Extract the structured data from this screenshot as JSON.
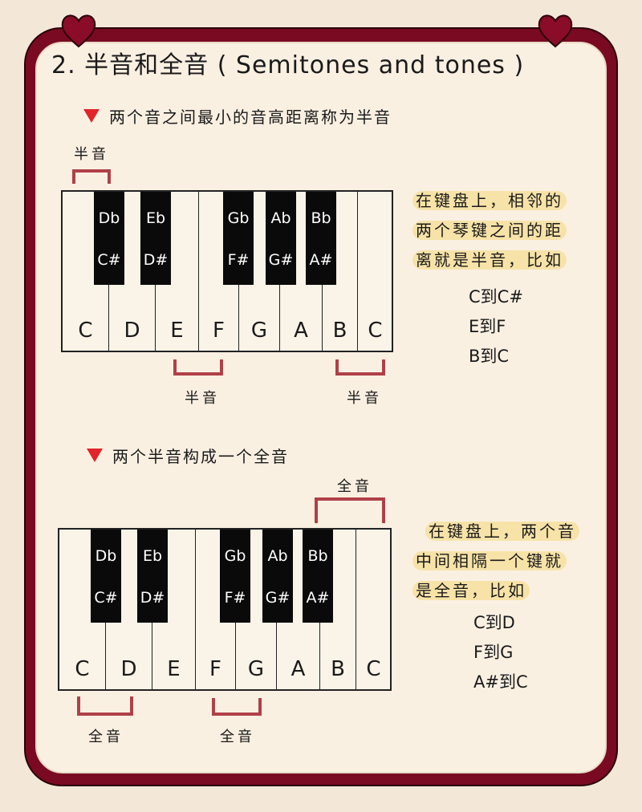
{
  "title": "2. 半音和全音 ( Semitones and tones )",
  "colors": {
    "frame": "#7a0a22",
    "card": "#faf0e2",
    "bracket": "#b04048",
    "highlight": "#f7e3a8",
    "triangle": "#e0242a"
  },
  "section1": {
    "heading": "两个音之间最小的音高距离称为半音",
    "white_keys": [
      "C",
      "D",
      "E",
      "F",
      "G",
      "A",
      "B",
      "C"
    ],
    "black_keys": [
      {
        "flat": "Db",
        "sharp": "C#"
      },
      {
        "flat": "Eb",
        "sharp": "D#"
      },
      {
        "flat": "Gb",
        "sharp": "F#"
      },
      {
        "flat": "Ab",
        "sharp": "G#"
      },
      {
        "flat": "Bb",
        "sharp": "A#"
      }
    ],
    "bracket_labels": [
      "半音",
      "半音",
      "半音"
    ],
    "note_lines": [
      "在键盘上，相邻的",
      "两个琴键之间的距",
      "离就是半音，比如"
    ],
    "examples": [
      "C到C#",
      "E到F",
      "B到C"
    ]
  },
  "section2": {
    "heading": "两个半音构成一个全音",
    "white_keys": [
      "C",
      "D",
      "E",
      "F",
      "G",
      "A",
      "B",
      "C"
    ],
    "black_keys": [
      {
        "flat": "Db",
        "sharp": "C#"
      },
      {
        "flat": "Eb",
        "sharp": "D#"
      },
      {
        "flat": "Gb",
        "sharp": "F#"
      },
      {
        "flat": "Ab",
        "sharp": "G#"
      },
      {
        "flat": "Bb",
        "sharp": "A#"
      }
    ],
    "bracket_labels": [
      "全音",
      "全音",
      "全音"
    ],
    "note_lines": [
      "在键盘上，两个音",
      "中间相隔一个键就",
      "是全音，比如"
    ],
    "examples": [
      "C到D",
      "F到G",
      "A#到C"
    ]
  }
}
